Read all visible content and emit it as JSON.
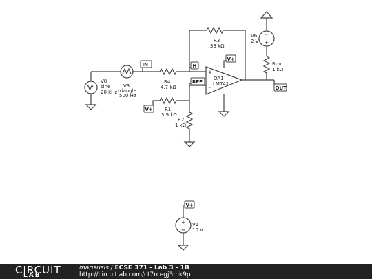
{
  "components": {
    "v8": {
      "name": "V8",
      "type": "sine",
      "freq": "20 kHz"
    },
    "v3": {
      "name": "V3",
      "type": "triangle",
      "freq": "500 Hz"
    },
    "r4": {
      "name": "R4",
      "value": "4.7 kΩ"
    },
    "r3": {
      "name": "R3",
      "value": "33 kΩ"
    },
    "r1": {
      "name": "R1",
      "value": "3.9 kΩ"
    },
    "r2": {
      "name": "R2",
      "value": "1 kΩ"
    },
    "oa1": {
      "name": "OA1",
      "model": "LM741"
    },
    "v6": {
      "name": "V6",
      "value": "2 V"
    },
    "rpu": {
      "name": "Rpu",
      "value": "1 kΩ"
    },
    "v1": {
      "name": "V1",
      "value": "10 V"
    }
  },
  "net_labels": {
    "in": "IN",
    "h": "H",
    "ref": "REF",
    "out": "OUT",
    "vplus": "V+"
  },
  "footer": {
    "logo_top": "CIRCUIT",
    "logo_bottom": "LAB",
    "author": "marisusis",
    "separator": " / ",
    "title": "ECSE 371 - Lab 3 - 1B",
    "url": "http://circuitlab.com/ct7rcegj3mk9p"
  }
}
